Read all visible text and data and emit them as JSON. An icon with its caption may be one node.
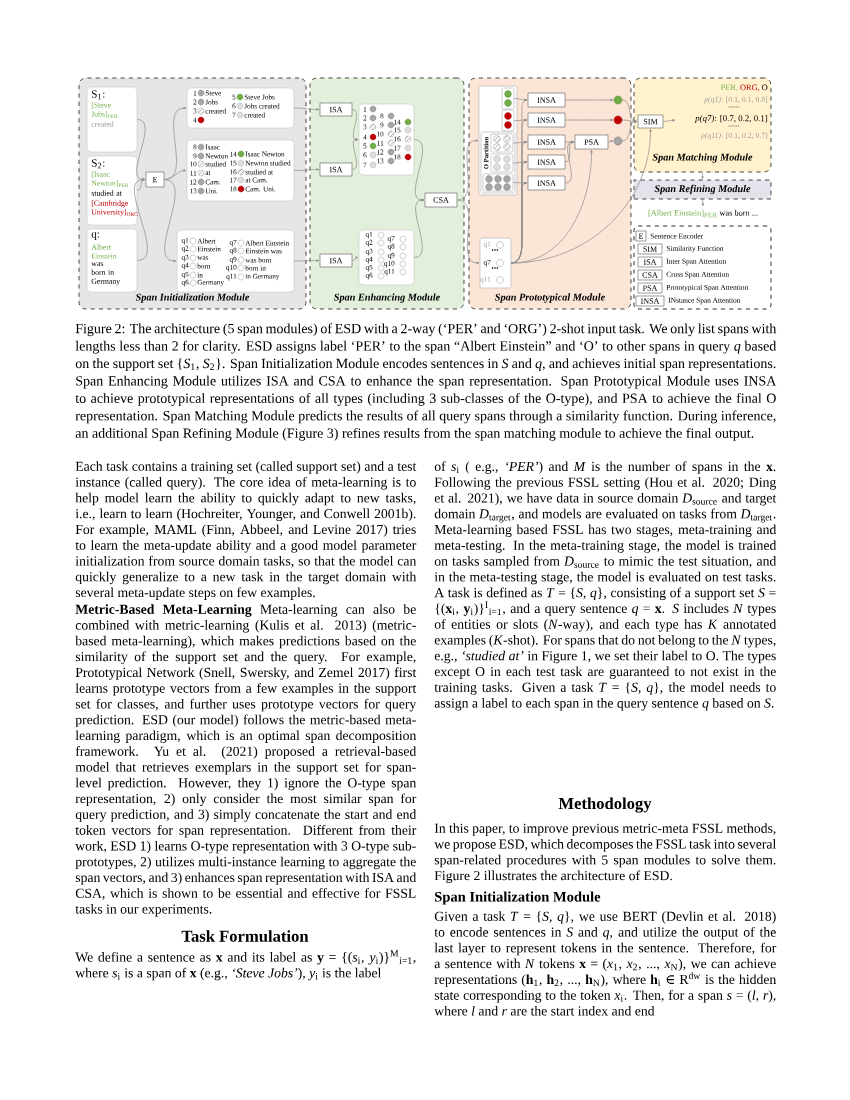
{
  "diagram": {
    "caption": "Figure 2: The architecture (5 span modules) of ESD with a 2-way (‘PER’ and ‘ORG’) 2-shot input task. We only list spans with lengths less than 2 for clarity. ESD assigns label ‘PER’ to the span “Albert Einstein” and ‘O’ to other spans in query *q* based on the support set {*S*$_{1}$, *S*$_{2}$}. Span Initialization Module encodes sentences in *S* and *q*, and achieves initial span representations. Span Enhancing Module utilizes ISA and CSA to enhance the span representation. Span Prototypical Module uses INSA to achieve prototypical representations of all types (including 3 sub-classes of the O-type), and PSA to achieve the final O representation. Span Matching Module predicts the results of all query spans through a similarity function. During inference, an additional Span Refining Module (Figure 3) refines results from the span matching module to achieve the final output.",
    "nodes": [
      {
        "text": [
          "Span Initialization Module"
        ]
      },
      {
        "text": [
          "S$_{1}$:",
          "[Steve Jobs]$_{PER}$",
          "created"
        ],
        "in": 0
      },
      {
        "text": [
          "S$_{2}$:",
          "[Isaac Newton]$_{PER}$",
          "studied at",
          "[Cambridge University]$_{ORG}$"
        ],
        "in": 0
      },
      {
        "text": [
          "q:",
          "Albert Einstein",
          "was born in Germany"
        ],
        "in": 0
      },
      {
        "text": [
          "E"
        ],
        "in": 0
      },
      {
        "text": [
          "1",
          "Steve",
          "2",
          "Jobs",
          "3",
          "created",
          "4",
          "5",
          "Steve Jobs",
          "6",
          "Jobs created",
          "7",
          "created"
        ],
        "in": 0
      },
      {
        "text": [
          "8",
          "Isaac",
          "9",
          "Newton",
          "10",
          "studied",
          "11",
          "at",
          "12",
          "Cam.",
          "13",
          "Uni.",
          "14",
          "Isaac Newton",
          "15",
          "Newton studied",
          "16",
          "studied at",
          "17",
          "at Cam.",
          "18",
          "Cam. Uni."
        ],
        "in": 0
      },
      {
        "text": [
          "q1",
          "Albert",
          "q2",
          "Einstein",
          "q3",
          "was",
          "q4",
          "born",
          "q5",
          "in",
          "q6",
          "Germany",
          "q7",
          "Albert Einstein",
          "q8",
          "Einstein was",
          "q9",
          "was born",
          "q10",
          "born in",
          "q11",
          "in Germany"
        ],
        "in": 0
      },
      {
        "text": [
          "Span Enhancing Module"
        ]
      },
      {
        "text": [
          "ISA"
        ],
        "in": 8
      },
      {
        "text": [
          "ISA"
        ],
        "in": 8
      },
      {
        "text": [
          "ISA"
        ],
        "in": 8
      },
      {
        "text": [
          "1",
          "2",
          "3",
          "4",
          "5",
          "6",
          "7",
          "8",
          "9",
          "10",
          "11",
          "12",
          "13",
          "14",
          "15",
          "16",
          "17",
          "18"
        ],
        "in": 8
      },
      {
        "text": [
          "q1",
          "q2",
          "q3",
          "q4",
          "q5",
          "q6",
          "q7",
          "q8",
          "q9",
          "q10",
          "q11"
        ],
        "in": 8
      },
      {
        "text": [
          "CSA"
        ],
        "in": 8
      },
      {
        "text": [
          "Span Prototypical Module"
        ]
      },
      {
        "text": [],
        "shape": "box",
        "in": 15
      },
      {
        "text": [],
        "shape": "box",
        "in": 16
      },
      {
        "text": [],
        "shape": "box",
        "in": 16
      },
      {
        "text": [
          "O Partition"
        ],
        "in": 16
      },
      {
        "text": [],
        "shape": "box",
        "in": 19
      },
      {
        "text": [],
        "shape": "box",
        "in": 19
      },
      {
        "text": [],
        "shape": "box",
        "in": 19
      },
      {
        "text": [
          "INSA"
        ],
        "in": 15
      },
      {
        "text": [
          "INSA"
        ],
        "in": 15
      },
      {
        "text": [
          "INSA"
        ],
        "in": 15
      },
      {
        "text": [
          "INSA"
        ],
        "in": 15
      },
      {
        "text": [
          "INSA"
        ],
        "in": 15
      },
      {
        "text": [
          "PSA"
        ],
        "in": 15
      },
      {
        "text": [
          "q1",
          "...",
          "q7",
          "...",
          "q11"
        ],
        "in": 15
      },
      {
        "text": [],
        "shape": "circle",
        "in": 15
      },
      {
        "text": [],
        "shape": "circle",
        "in": 15
      },
      {
        "text": [],
        "shape": "circle",
        "in": 15
      },
      {
        "text": [
          "Span Matching Module"
        ]
      },
      {
        "text": [
          "SIM"
        ],
        "in": 33
      },
      {
        "text": [
          "PER,",
          "ORG,",
          "O",
          "*p(q1)*: [0.1, 0.1, 0.8]",
          "......",
          "*p(q7)*: [0.7, 0.2, 0.1]",
          "......",
          "*p(q11)*: [0.1, 0.2, 0.7]"
        ],
        "in": 33
      },
      {
        "text": [
          "Span Refining Module"
        ]
      },
      {
        "text": [
          "[Albert Einstein]$_{PER}$",
          "was born ..."
        ]
      },
      {
        "text": [],
        "shape": "box"
      },
      {
        "text": [
          "E"
        ],
        "beside": [
          "Sentence Encoder"
        ],
        "in": 38
      },
      {
        "text": [
          "SIM"
        ],
        "beside": [
          "Similarity Function"
        ],
        "in": 38
      },
      {
        "text": [
          "ISA"
        ],
        "beside": [
          "Inter Span Attention"
        ],
        "in": 38
      },
      {
        "text": [
          "CSA"
        ],
        "beside": [
          "Cross Span Attention"
        ],
        "in": 38
      },
      {
        "text": [
          "PSA"
        ],
        "beside": [
          "Prototypical Span Attention"
        ],
        "in": 38
      },
      {
        "text": [
          "INSA"
        ],
        "beside": [
          "INstance Span Attention"
        ],
        "in": 38
      }
    ],
    "edges": [
      {
        "from": 1,
        "to": 4,
        "arrow": "to"
      },
      {
        "from": 2,
        "to": 4,
        "arrow": "to"
      },
      {
        "from": 3,
        "to": 4,
        "arrow": "to"
      },
      {
        "from": 4,
        "to": 5,
        "arrow": "to"
      },
      {
        "from": 4,
        "to": 6,
        "arrow": "to"
      },
      {
        "from": 4,
        "to": 7,
        "arrow": "to"
      },
      {
        "from": 5,
        "to": 9,
        "arrow": "to"
      },
      {
        "from": 6,
        "to": 10,
        "arrow": "to"
      },
      {
        "from": 7,
        "to": 11,
        "arrow": "to"
      },
      {
        "from": 9,
        "to": 12,
        "arrow": "to"
      },
      {
        "from": 10,
        "to": 12,
        "arrow": "to"
      },
      {
        "from": 11,
        "to": 13,
        "arrow": "to"
      },
      {
        "from": 12,
        "to": 14,
        "arrow": "to"
      },
      {
        "from": 13,
        "to": 14,
        "arrow": "to"
      },
      {
        "from": 14,
        "to": 16,
        "arrow": "to"
      },
      {
        "from": 14,
        "to": 29,
        "arrow": "to"
      },
      {
        "from": 17,
        "to": 23,
        "arrow": "to"
      },
      {
        "from": 18,
        "to": 24,
        "arrow": "to"
      },
      {
        "from": 20,
        "to": 25,
        "arrow": "to"
      },
      {
        "from": 21,
        "to": 26,
        "arrow": "to"
      },
      {
        "from": 22,
        "to": 27,
        "arrow": "to"
      },
      {
        "from": 29,
        "to": 23,
        "arrow": "to"
      },
      {
        "from": 29,
        "to": 24,
        "arrow": "to"
      },
      {
        "from": 29,
        "to": 25,
        "arrow": "to"
      },
      {
        "from": 29,
        "to": 26,
        "arrow": "to"
      },
      {
        "from": 29,
        "to": 27,
        "arrow": "to"
      },
      {
        "from": 25,
        "to": 28,
        "arrow": "to"
      },
      {
        "from": 26,
        "to": 28,
        "arrow": "to"
      },
      {
        "from": 27,
        "to": 28,
        "arrow": "to"
      },
      {
        "from": 29,
        "to": 28,
        "arrow": "to"
      },
      {
        "from": 29,
        "to": 34,
        "arrow": "to"
      },
      {
        "from": 23,
        "to": 30,
        "arrow": "to"
      },
      {
        "from": 24,
        "to": 31,
        "arrow": "to"
      },
      {
        "from": 28,
        "to": 32,
        "arrow": "to"
      },
      {
        "from": 30,
        "to": 34,
        "arrow": "to"
      },
      {
        "from": 31,
        "to": 34,
        "arrow": "to"
      },
      {
        "from": 32,
        "to": 34,
        "arrow": "to"
      },
      {
        "from": 34,
        "to": 35,
        "arrow": "to"
      },
      {
        "from": 33,
        "to": 36,
        "arrow": "to"
      },
      {
        "from": 36,
        "to": 37,
        "arrow": "to"
      }
    ],
    "labels": [
      "Each task contains a training set (called support set) and a test instance (called query). The core idea of meta-learning is to help model learn the ability to quickly adapt to new tasks, i.e., learn to learn (Hochreiter, Younger, and Conwell 2001b). For example, MAML (Finn, Abbeel, and Levine 2017) tries to learn the meta-update ability and a good model parameter initialization from source domain tasks, so that the model can quickly generalize to a new task in the target domain with several meta-update steps on few examples.",
      "**Metric-Based Meta-Learning**  Meta-learning can also be combined with metric-learning (Kulis et al. 2013) (metric-based meta-learning), which makes predictions based on the similarity of the support set and the query. For example, Prototypical Network (Snell, Swersky, and Zemel 2017) first learns prototype vectors from a few examples in the support set for classes, and further uses prototype vectors for query prediction. ESD (our model) follows the metric-based meta-learning paradigm, which is an optimal span decomposition framework. Yu et al. (2021) proposed a retrieval-based model that retrieves exemplars in the support set for span-level prediction. However, they 1) ignore the O-type span representation, 2) only consider the most similar span for query prediction, and 3) simply concatenate the start and end token vectors for span representation. Different from their work, ESD 1) learns O-type representation with 3 O-type sub-prototypes, 2) utilizes multi-instance learning to aggregate the span vectors, and 3) enhances span representation with ISA and CSA, which is shown to be essential and effective for FSSL tasks in our experiments.",
      "Task Formulation",
      "We define a sentence as **x** and its label as **y** = {(*s*$_{i}$, *y*$_{i}$)}$^{M}$$_{i=1}$, where *s*$_{i}$ is a span of **x** (e.g., *‘Steve Jobs’*), *y*$_{i}$ is the label",
      "of *s*$_{i}$ ( e.g., *‘PER’*) and *M* is the number of spans in the **x**. Following the previous FSSL setting (Hou et al. 2020; Ding et al. 2021), we have data in source domain *D*$_{source}$ and target domain *D*$_{target}$, and models are evaluated on tasks from *D*$_{target}$. Meta-learning based FSSL has two stages, meta-training and meta-testing. In the meta-training stage, the model is trained on tasks sampled from *D*$_{source}$ to mimic the test situation, and in the meta-testing stage, the model is evaluated on test tasks. A task is defined as *T* = {*S*, *q*}, consisting of a support set *S* = {(**x**$_{i}$, **y**$_{i}$)}$^{I}$$_{i=1}$, and a query sentence *q* = **x**. *S* includes *N* types of entities or slots (*N*-way), and each type has *K* annotated examples (*K*-shot). For spans that do not belong to the *N* types, e.g., *‘studied at’* in Figure 1, we set their label to O. The types except O in each test task are guaranteed to not exist in the training tasks. Given a task *T* = {*S*, *q*}, the model needs to assign a label to each span in the query sentence *q* based on *S*.",
      "Methodology",
      "In this paper, to improve previous metric-meta FSSL methods, we propose ESD, which decomposes the FSSL task into several span-related procedures with 5 span modules to solve them. Figure 2 illustrates the architecture of ESD.",
      "Span Initialization Module",
      "Given a task *T* = {*S*, *q*}, we use BERT (Devlin et al. 2018) to encode sentences in *S* and *q*, and utilize the output of the last layer to represent tokens in the sentence. Therefore, for a sentence with *N* tokens **x** = (*x*$_{1}$, *x*$_{2}$, ..., *x*$_{N}$), we can achieve representations (**h**$_{1}$, **h**$_{2}$, ..., **h**$_{N}$), where **h**$_{i}$ ∈ R$^{dw}$ is the hidden state corresponding to the token *x*$_{i}$. Then, for a span *s* = (*l*, *r*), where *l* and *r* are the start index and end"
    ]
  }
}
